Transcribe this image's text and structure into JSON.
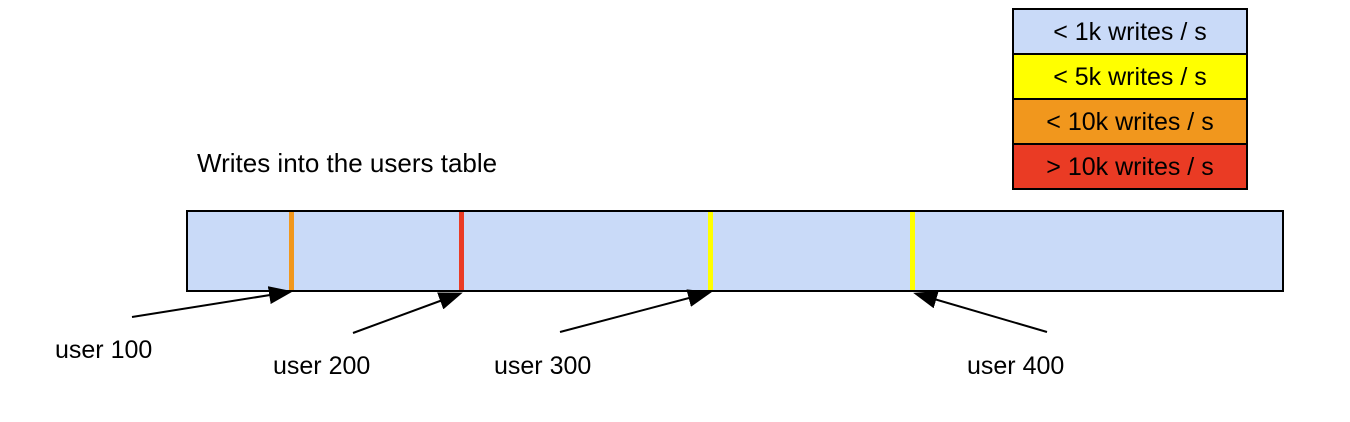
{
  "title": "Writes into the users table",
  "legend": {
    "items": [
      {
        "label": "< 1k writes / s",
        "color": "#c9daf8"
      },
      {
        "label": "< 5k writes / s",
        "color": "#ffff00"
      },
      {
        "label": "< 10k writes / s",
        "color": "#f1971d"
      },
      {
        "label": "> 10k writes / s",
        "color": "#ea3b24"
      }
    ]
  },
  "bar": {
    "fill": "#c9daf8",
    "border_color": "#000000",
    "markers": [
      {
        "user": "user 100",
        "color": "#f1971d",
        "rate_category": "< 10k writes / s",
        "position_pct": 9.7
      },
      {
        "user": "user 200",
        "color": "#ea3b24",
        "rate_category": "> 10k writes / s",
        "position_pct": 25.2
      },
      {
        "user": "user 300",
        "color": "#ffff00",
        "rate_category": "< 5k writes / s",
        "position_pct": 47.9
      },
      {
        "user": "user 400",
        "color": "#ffff00",
        "rate_category": "< 5k writes / s",
        "position_pct": 66.3
      }
    ]
  }
}
